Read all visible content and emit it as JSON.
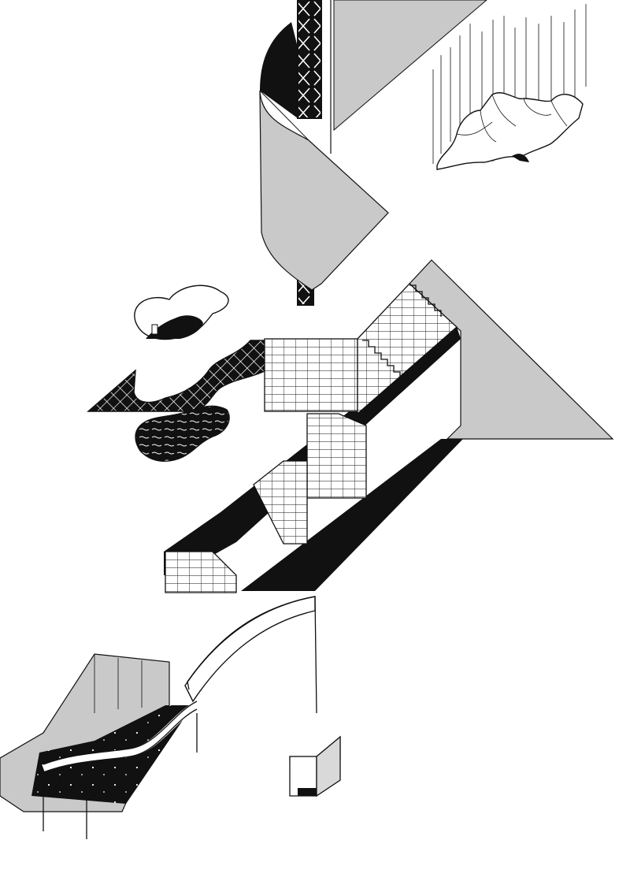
{
  "artwork": {
    "colors": {
      "paper": "#ffffff",
      "ink": "#111111",
      "gray": "#cbcbcb",
      "gray_dark": "#b9b9b9"
    },
    "elements": [
      "lattice-tower-top",
      "folded-gray-ribbon",
      "gray-triangle-top",
      "rain-lines",
      "floating-rock",
      "cloud-island",
      "grid-floor-fragment",
      "water-pond",
      "big-gray-triangle",
      "grid-stair-blocks",
      "black-walkways",
      "curved-bridge",
      "tilted-platform",
      "hanging-box"
    ]
  }
}
